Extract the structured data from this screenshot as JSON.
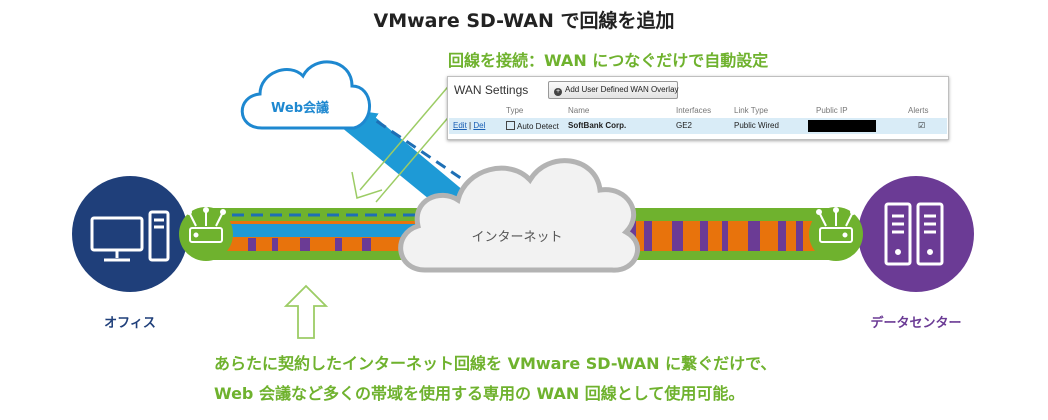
{
  "title": "VMware SD-WAN で回線を追加",
  "connect_caption": "回線を接続：WAN につなぐだけで自動設定",
  "wan_settings": {
    "title": "WAN Settings",
    "add_button": "Add User Defined WAN Overlay",
    "columns": [
      "Type",
      "Name",
      "Interfaces",
      "Link Type",
      "Public IP",
      "Alerts"
    ],
    "row": {
      "edit": "Edit",
      "separator": "|",
      "del": "Del",
      "type": "Auto Detect",
      "name": "SoftBank Corp.",
      "interface": "GE2",
      "link_type": "Public Wired",
      "public_ip": "",
      "alerts": "☑"
    }
  },
  "cloud_web_label": "Web会議",
  "internet_label": "インターネット",
  "office_label": "オフィス",
  "datacenter_label": "データセンター",
  "bottom_caption": {
    "line1": "あらたに契約したインターネット回線を VMware SD-WAN に繋ぐだけで、",
    "line2": "Web 会議など多くの帯域を使用する専用の WAN 回線として使用可能。"
  },
  "colors": {
    "green": "#6fb22e",
    "orange": "#e8730c",
    "purple": "#6b3b95",
    "blue_line": "#1e9ad6",
    "office_navy": "#1f3f7a",
    "cloud_border": "#1e88d0"
  },
  "icons": [
    "office-computer-icon",
    "server-rack-icon",
    "sdwan-edge-icon",
    "cloud-icon",
    "upward-arrow-icon"
  ]
}
